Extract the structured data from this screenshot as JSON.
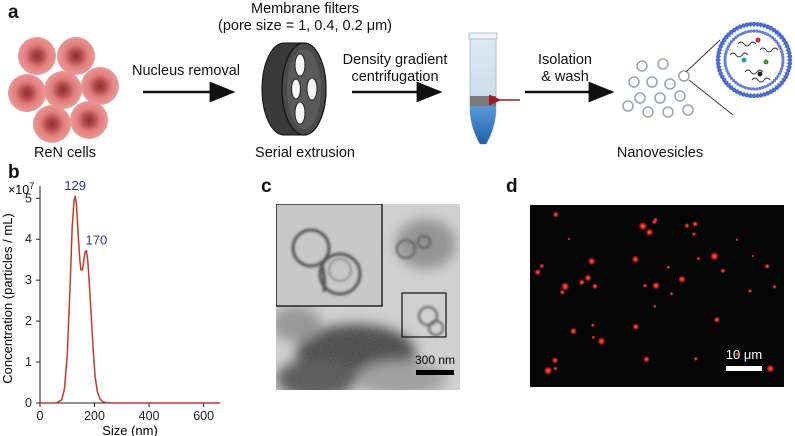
{
  "panels": {
    "a": "a",
    "b": "b",
    "c": "c",
    "d": "d"
  },
  "workflow": {
    "cells_label": "ReN cells",
    "step1": "Nucleus removal",
    "filters_line1": "Membrane filters",
    "filters_line2": "(pore size = 1, 0.4, 0.2 μm)",
    "extrusion_label": "Serial extrusion",
    "step2_line1": "Density gradient",
    "step2_line2": "centrifugation",
    "step3_line1": "Isolation",
    "step3_line2": "& wash",
    "nanovesicles_label": "Nanovesicles"
  },
  "colors": {
    "cell": "#e07e7c",
    "nucleus": "#a23a3d",
    "curve": "#c0392b",
    "peak_label": "#2f3a8f",
    "tube_top": "#cfe0ee",
    "tube_bottom": "#2f77c4",
    "band": "#7a7a7a",
    "band_arrow": "#9b1c1c",
    "lipid_head": "#4a6bd6"
  },
  "chart_data": {
    "type": "line",
    "title": "",
    "xlabel": "Size (nm)",
    "ylabel": "Concentration (particles / mL)",
    "y_multiplier": "×10",
    "y_multiplier_exp": "7",
    "xlim": [
      0,
      660
    ],
    "ylim": [
      0,
      5.3
    ],
    "xticks": [
      0,
      200,
      400,
      600
    ],
    "yticks": [
      0,
      1,
      2,
      3,
      4,
      5
    ],
    "series": [
      {
        "x": [
          0,
          60,
          80,
          90,
          100,
          110,
          118,
          125,
          129,
          134,
          140,
          146,
          150,
          156,
          162,
          166,
          170,
          175,
          180,
          188,
          195,
          202,
          210,
          220,
          230,
          245,
          260,
          300,
          400,
          500,
          600,
          660
        ],
        "y": [
          0,
          0,
          0.08,
          0.35,
          1.2,
          2.8,
          4.3,
          4.95,
          5.05,
          4.85,
          4.1,
          3.5,
          3.25,
          3.25,
          3.55,
          3.7,
          3.72,
          3.5,
          3.0,
          2.1,
          1.3,
          0.65,
          0.28,
          0.1,
          0.03,
          0.01,
          0,
          0,
          0,
          0,
          0,
          0
        ]
      }
    ],
    "annotations": [
      {
        "text": "129",
        "x": 129,
        "y": 5.05
      },
      {
        "text": "170",
        "x": 170,
        "y": 3.72
      }
    ]
  },
  "micrographs": {
    "tem_scale": "300 nm",
    "fluor_scale": "10 μm"
  }
}
